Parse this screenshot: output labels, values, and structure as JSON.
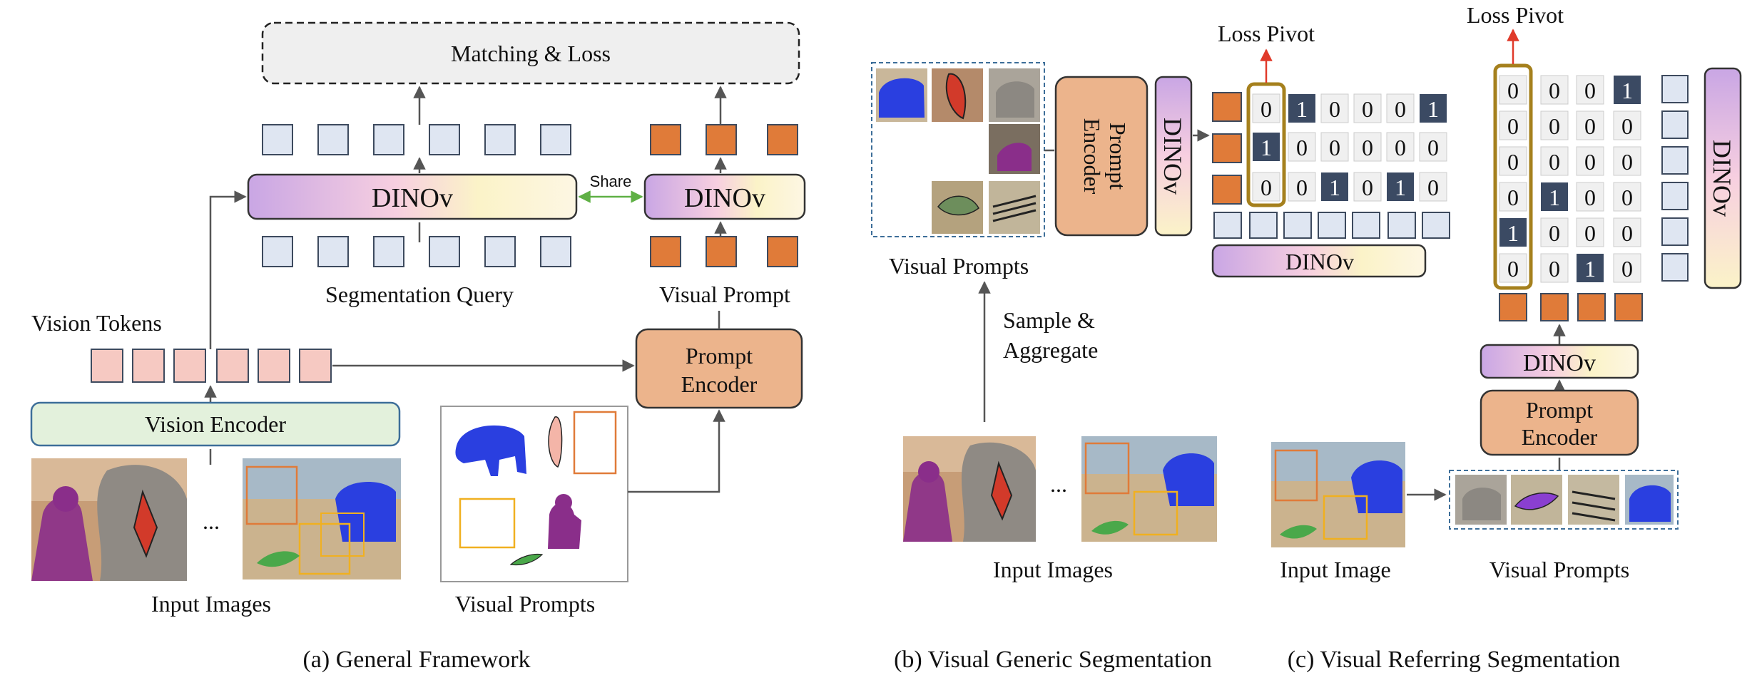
{
  "colors": {
    "query": "#dfe6f2",
    "query_border": "#3d4a5e",
    "orange": "#e07b39",
    "vision_token": "#f6c9c2",
    "prompt_encoder": "#ecb48c",
    "vision_encoder": "#e3f1dc",
    "dark_cell": "#3b4a63",
    "pivot_gold": "#a5801d",
    "share_arrow": "#5fb045",
    "loss_arrow": "#e03a2a"
  },
  "icons": [
    "elephant-photo",
    "zebra-photo",
    "blue-elephant-mask",
    "pink-ear-mask",
    "purple-person-mask",
    "green-leaf-mask"
  ],
  "panel_a": {
    "matching_loss": "Matching & Loss",
    "dinov_left": "DINOv",
    "dinov_right": "DINOv",
    "share": "Share",
    "segmentation_query": "Segmentation Query",
    "visual_prompt": "Visual Prompt",
    "vision_tokens": "Vision Tokens",
    "vision_encoder": "Vision Encoder",
    "prompt_encoder_l1": "Prompt",
    "prompt_encoder_l2": "Encoder",
    "ellipsis": "...",
    "input_images": "Input Images",
    "visual_prompts": "Visual Prompts",
    "caption": "(a) General Framework"
  },
  "panel_b": {
    "loss_pivot": "Loss Pivot",
    "prompt_encoder_l1": "Prompt",
    "prompt_encoder_l2": "Encoder",
    "dinov_vertical": "DINOv",
    "dinov_bottom": "DINOv",
    "matrix": [
      [
        0,
        1,
        0,
        0,
        0,
        1
      ],
      [
        1,
        0,
        0,
        0,
        0,
        0
      ],
      [
        0,
        0,
        1,
        0,
        1,
        0
      ]
    ],
    "visual_prompts": "Visual Prompts",
    "sample_l1": "Sample &",
    "sample_l2": "Aggregate",
    "ellipsis": "...",
    "input_images": "Input Images",
    "caption": "(b) Visual Generic Segmentation"
  },
  "panel_c": {
    "loss_pivot": "Loss Pivot",
    "matrix": [
      [
        0,
        0,
        0,
        1
      ],
      [
        0,
        0,
        0,
        0
      ],
      [
        0,
        0,
        0,
        0
      ],
      [
        0,
        1,
        0,
        0
      ],
      [
        1,
        0,
        0,
        0
      ],
      [
        0,
        0,
        1,
        0
      ]
    ],
    "dinov_vertical": "DINOv",
    "dinov_bottom": "DINOv",
    "prompt_encoder_l1": "Prompt",
    "prompt_encoder_l2": "Encoder",
    "input_image": "Input Image",
    "visual_prompts": "Visual Prompts",
    "caption": "(c) Visual Referring Segmentation"
  }
}
